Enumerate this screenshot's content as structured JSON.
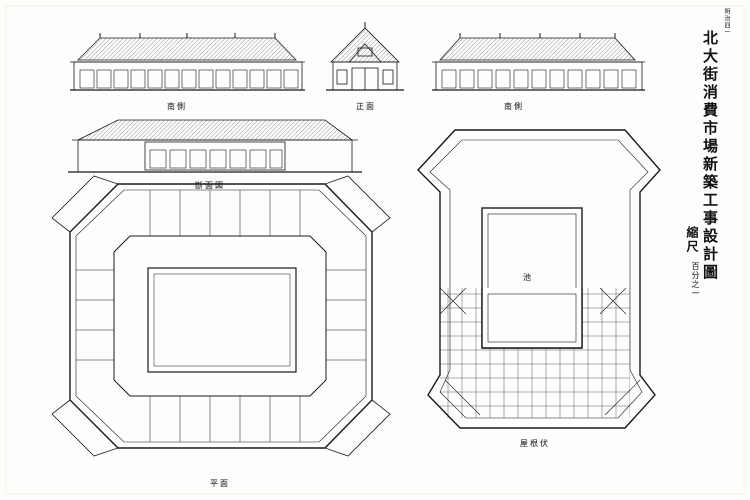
{
  "sheet": {
    "number": "明治四一",
    "title": "北大街消費市場新築工事設計圖",
    "scale_label": "縮尺",
    "scale_value": "百分之一"
  },
  "captions": {
    "north_elevation": "南側",
    "front_elevation": "正面",
    "south_elevation": "南側",
    "section": "斷面図",
    "ground_plan": "平面",
    "pond": "池",
    "roof_plan": "屋根伏"
  },
  "colors": {
    "ink": "#1a1a1a",
    "paper": "#fdfdfb",
    "roof_hatch": "#555555"
  }
}
